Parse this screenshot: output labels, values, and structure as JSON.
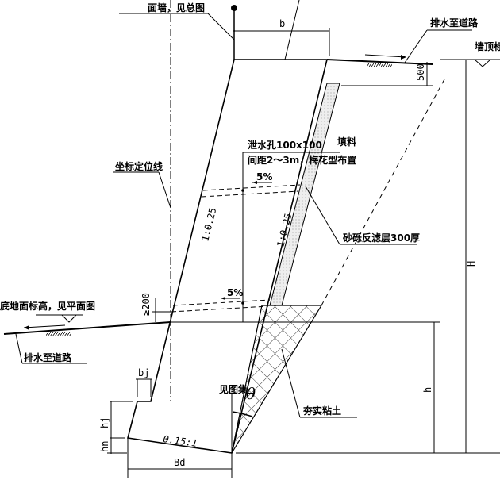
{
  "labels": {
    "top_wall": "面墙，见总图",
    "drain_right": "排水至道路",
    "wall_top_elev": "墙顶标",
    "fill": "填料",
    "weep_hole": "泄水孔100x100",
    "weep_spacing": "间距2～3m，梅花型布置",
    "axis_line": "坐标定位线",
    "filter_layer": "砂砾反滤层300厚",
    "ground_elev": "底地面标高，见平面图",
    "drain_left": "排水至道路",
    "see_atlas": "见图集",
    "compacted_clay": "夯实粘土"
  },
  "dimensions": {
    "b": "b",
    "d500": "500",
    "H": "H",
    "h": "h",
    "ge200": "≥200",
    "bj": "bj",
    "hj": "hj",
    "hn": "hn",
    "Bd": "Bd",
    "theta": "θ",
    "slope_front": "1:0.25",
    "slope_back": "1:0.25",
    "base_slope": "0.15:1",
    "drain_slope_upper": "5%",
    "drain_slope_lower": "5%"
  },
  "colors": {
    "line": "#000000",
    "filter": "#e6e6e6"
  }
}
